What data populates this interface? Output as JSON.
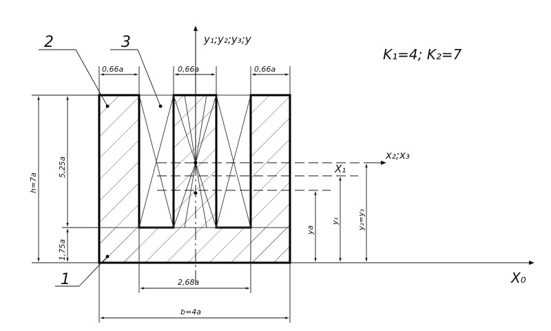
{
  "title": "K₁=4;  K₂=7",
  "axes": {
    "vertical": "y₁;y₂;y₃;y",
    "horizontal_main": "X₀",
    "horizontal_center": "x₂;x₃",
    "horizontal_x1": "X₁"
  },
  "parts": {
    "p1": "1",
    "p2": "2",
    "p3": "3"
  },
  "dimensions": {
    "top_left": "0,66a",
    "top_middle": "0,66a",
    "top_right": "0,66a",
    "height_total": "h=7a",
    "height_upper": "5,25a",
    "height_lower": "1,75a",
    "inner_width": "2,68a",
    "base_width": "b=4a",
    "ya": "yа",
    "y1": "y₁",
    "y2y3": "y₂=y₃"
  }
}
